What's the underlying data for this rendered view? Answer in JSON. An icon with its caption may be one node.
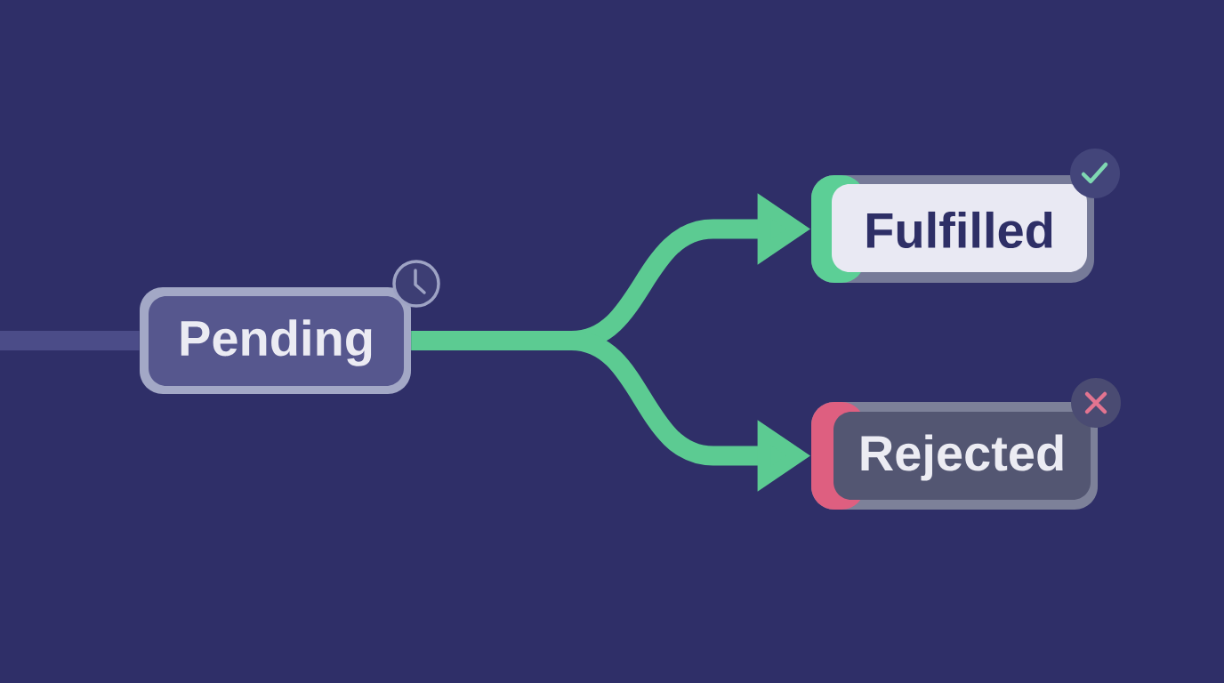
{
  "diagram": {
    "nodes": [
      {
        "text": [
          "Pending"
        ]
      },
      {
        "text": [
          "Fulfilled"
        ]
      },
      {
        "text": [
          "Rejected"
        ]
      }
    ],
    "edges": [
      {
        "from": null,
        "to": 0,
        "arrow": "none",
        "color": "#4b4c88"
      },
      {
        "from": 0,
        "to": 1,
        "arrow": "to"
      },
      {
        "from": 0,
        "to": 2,
        "arrow": "to"
      }
    ]
  }
}
